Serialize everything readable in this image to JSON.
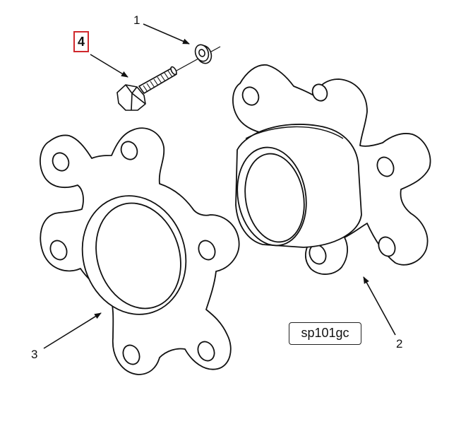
{
  "callouts": {
    "bolt": "4",
    "washer": "1",
    "flange_ring": "3",
    "hub_flange": "2"
  },
  "code_label": "sp101gc",
  "colors": {
    "line": "#111111",
    "highlight_box": "#d0282c",
    "background": "#ffffff"
  }
}
